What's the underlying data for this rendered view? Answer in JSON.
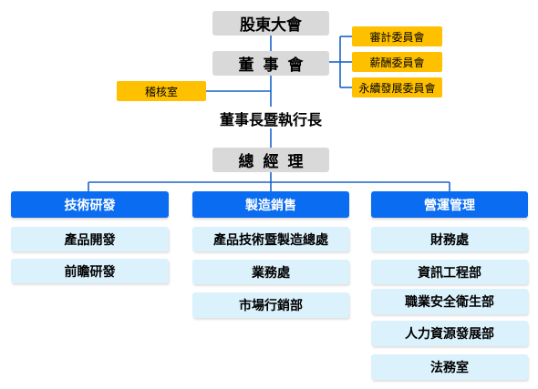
{
  "top": {
    "shareholders": "股東大會",
    "board": "董事會",
    "chairman_ceo": "董事長暨執行長",
    "general_manager": "總經理"
  },
  "audit_office": "稽核室",
  "committees": [
    "審計委員會",
    "薪酬委員會",
    "永續發展委員會"
  ],
  "divisions": [
    {
      "title": "技術研發",
      "units": [
        "產品開發",
        "前瞻研發"
      ]
    },
    {
      "title": "製造銷售",
      "units": [
        "產品技術暨製造總處",
        "業務處",
        "市場行銷部"
      ]
    },
    {
      "title": "營運管理",
      "units": [
        "財務處",
        "資訊工程部",
        "職業安全衛生部",
        "人力資源發展部",
        "法務室"
      ]
    }
  ],
  "colors": {
    "gray_box": "#d9d9d9",
    "committee_box": "#ffc000",
    "division_header": "#0a6cf0",
    "unit_box": "#dbf1fb",
    "connector": "#1a63c7"
  }
}
